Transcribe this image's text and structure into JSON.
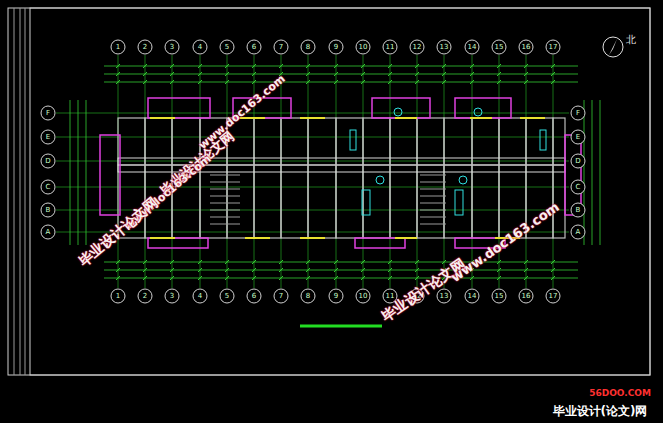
{
  "diagram": {
    "labels": [
      "1",
      "2",
      "3",
      "4",
      "5",
      "6",
      "7",
      "8",
      "9",
      "10",
      "11",
      "12",
      "13",
      "14",
      "15",
      "16",
      "17",
      "1",
      "2",
      "3",
      "4",
      "5",
      "6",
      "7",
      "8",
      "9",
      "10",
      "11",
      "12",
      "13",
      "14",
      "15",
      "16",
      "17",
      "F",
      "E",
      "D",
      "C",
      "B",
      "A",
      "F",
      "E",
      "D",
      "C",
      "B",
      "A",
      "北",
      "www.doc163.com",
      "毕业设计论文网",
      "www.doc163.com",
      "毕业设计论文网",
      "毕业设计论文网",
      "www.doc163.com",
      "56DOO.COM",
      "毕业设计(论文)网"
    ]
  }
}
